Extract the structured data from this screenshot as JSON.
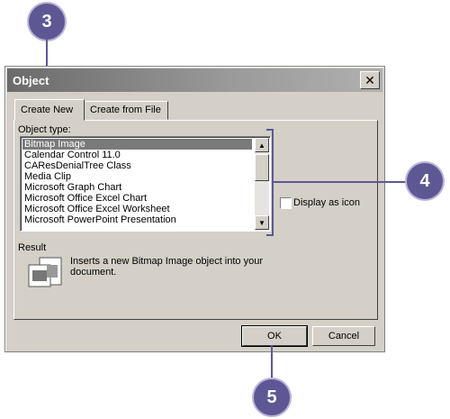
{
  "callouts": {
    "c3": "3",
    "c4": "4",
    "c5": "5"
  },
  "dialog": {
    "title": "Object",
    "close_label": "✕",
    "tabs": [
      {
        "label": "Create New"
      },
      {
        "label": "Create from File"
      }
    ],
    "object_type_label": "Object type:",
    "object_types": [
      "Bitmap Image",
      "Calendar Control 11.0",
      "CAResDenialTree Class",
      "Media Clip",
      "Microsoft Graph Chart",
      "Microsoft Office Excel Chart",
      "Microsoft Office Excel Worksheet",
      "Microsoft PowerPoint Presentation"
    ],
    "selected_type": "Bitmap Image",
    "display_as_icon_label": "Display as icon",
    "result_label": "Result",
    "result_line1": "Inserts a new Bitmap Image object into your",
    "result_line2": "document.",
    "ok_label": "OK",
    "cancel_label": "Cancel"
  },
  "colors": {
    "callout": "#5d5894",
    "dialog_bg": "#d4d0c8",
    "selection": "#7a7a7a"
  }
}
